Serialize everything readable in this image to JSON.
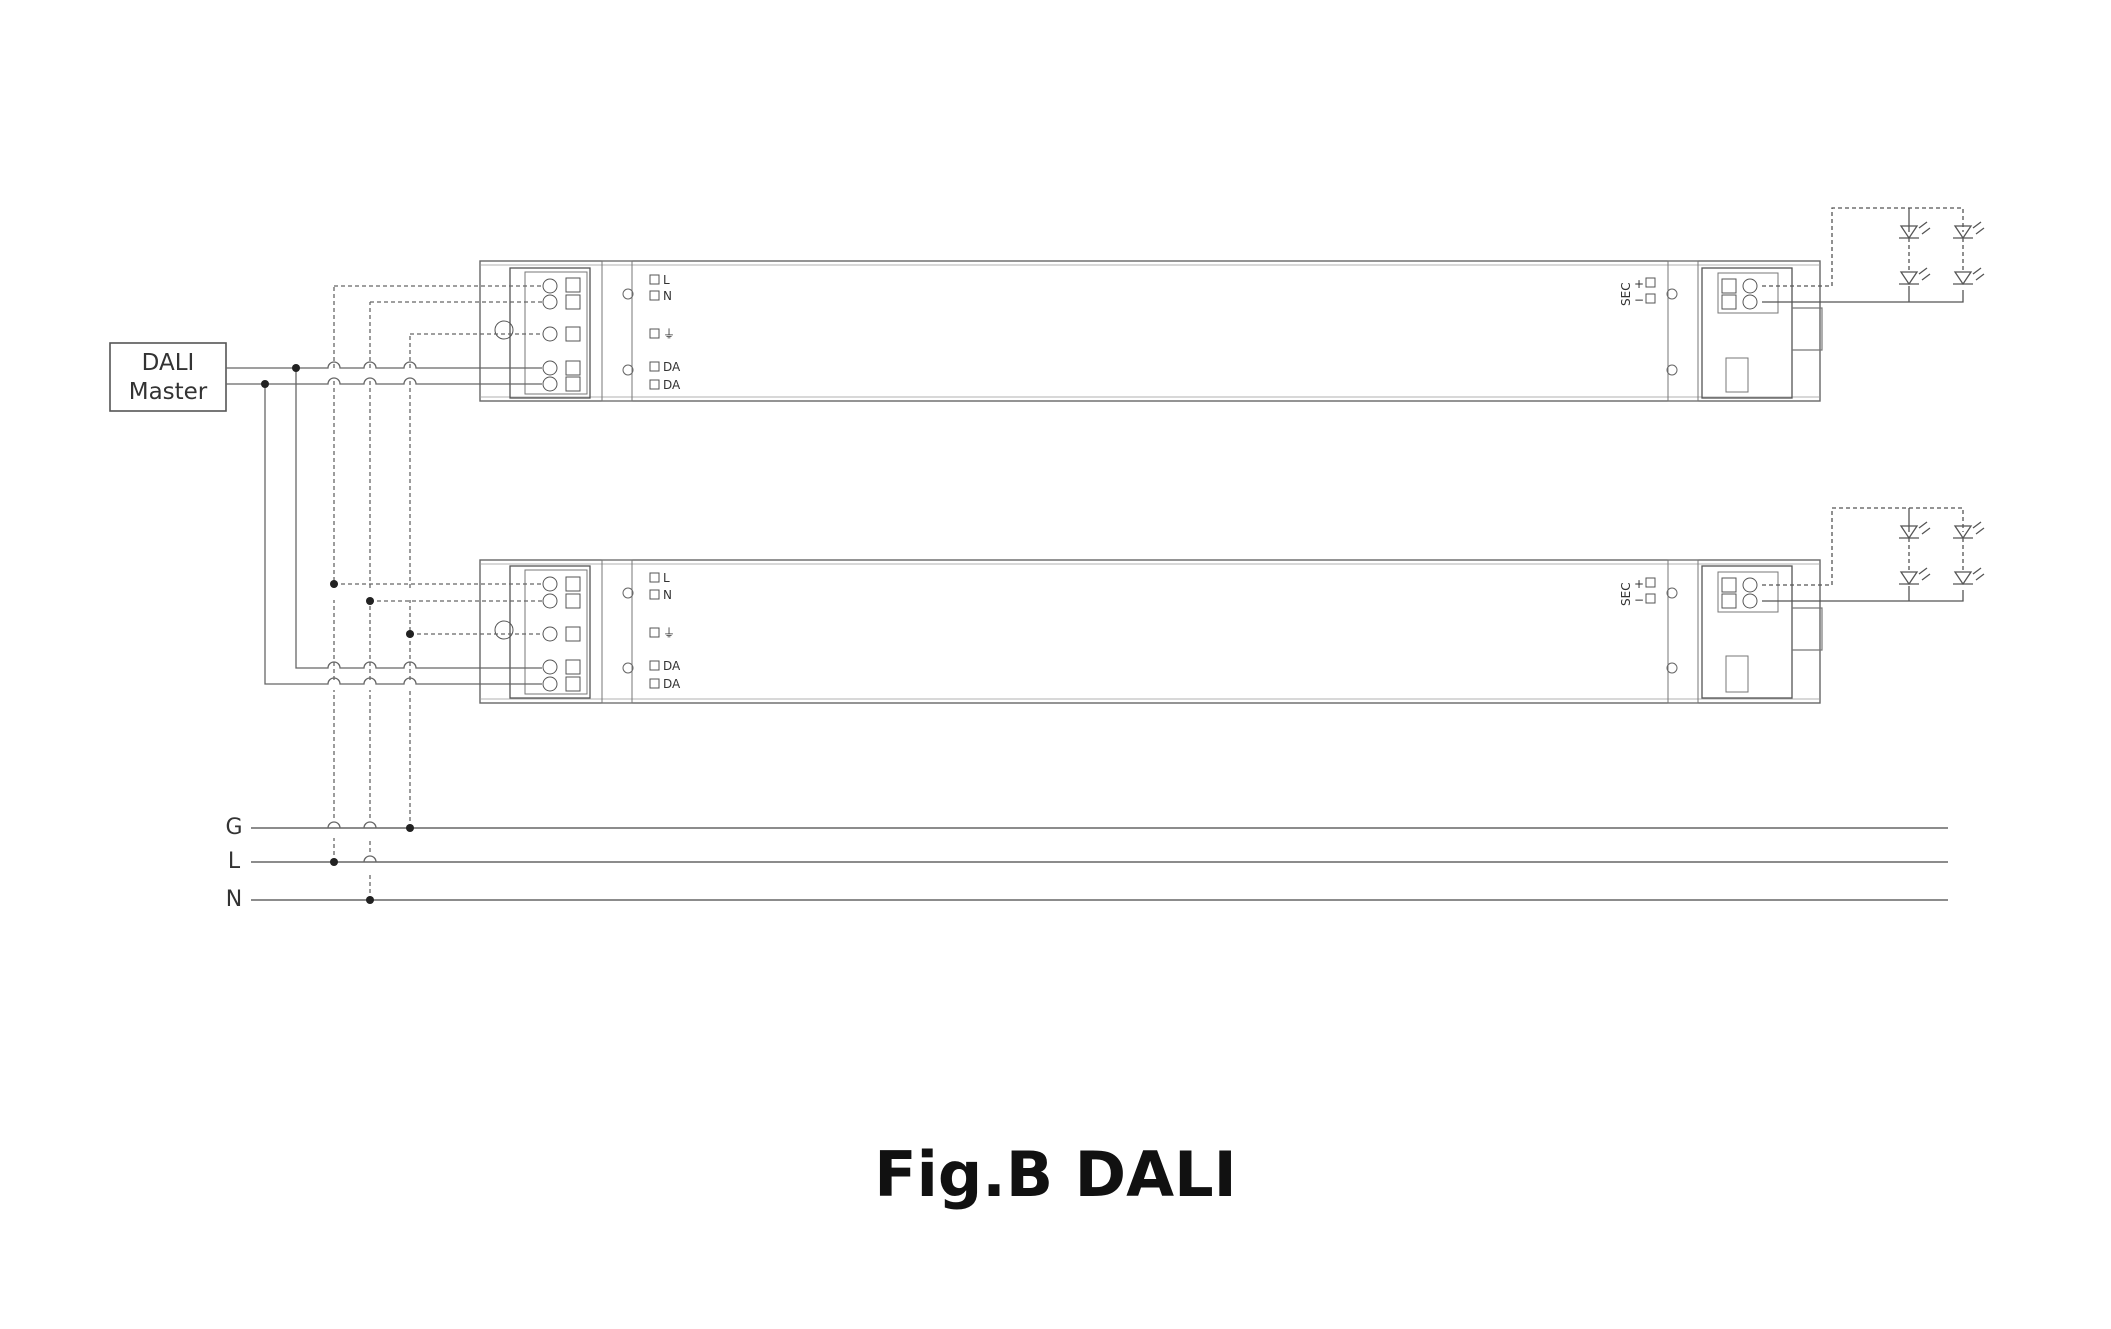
{
  "dali_master": {
    "line1": "DALI",
    "line2": "Master"
  },
  "mains": [
    {
      "label": "G"
    },
    {
      "label": "L"
    },
    {
      "label": "N"
    }
  ],
  "driver": {
    "input_terminals": [
      "L",
      "N",
      "⏚",
      "DA",
      "DA"
    ],
    "output_side_label": "SEC",
    "output_terminals": [
      "+",
      "−"
    ]
  },
  "caption": "Fig.B DALI"
}
